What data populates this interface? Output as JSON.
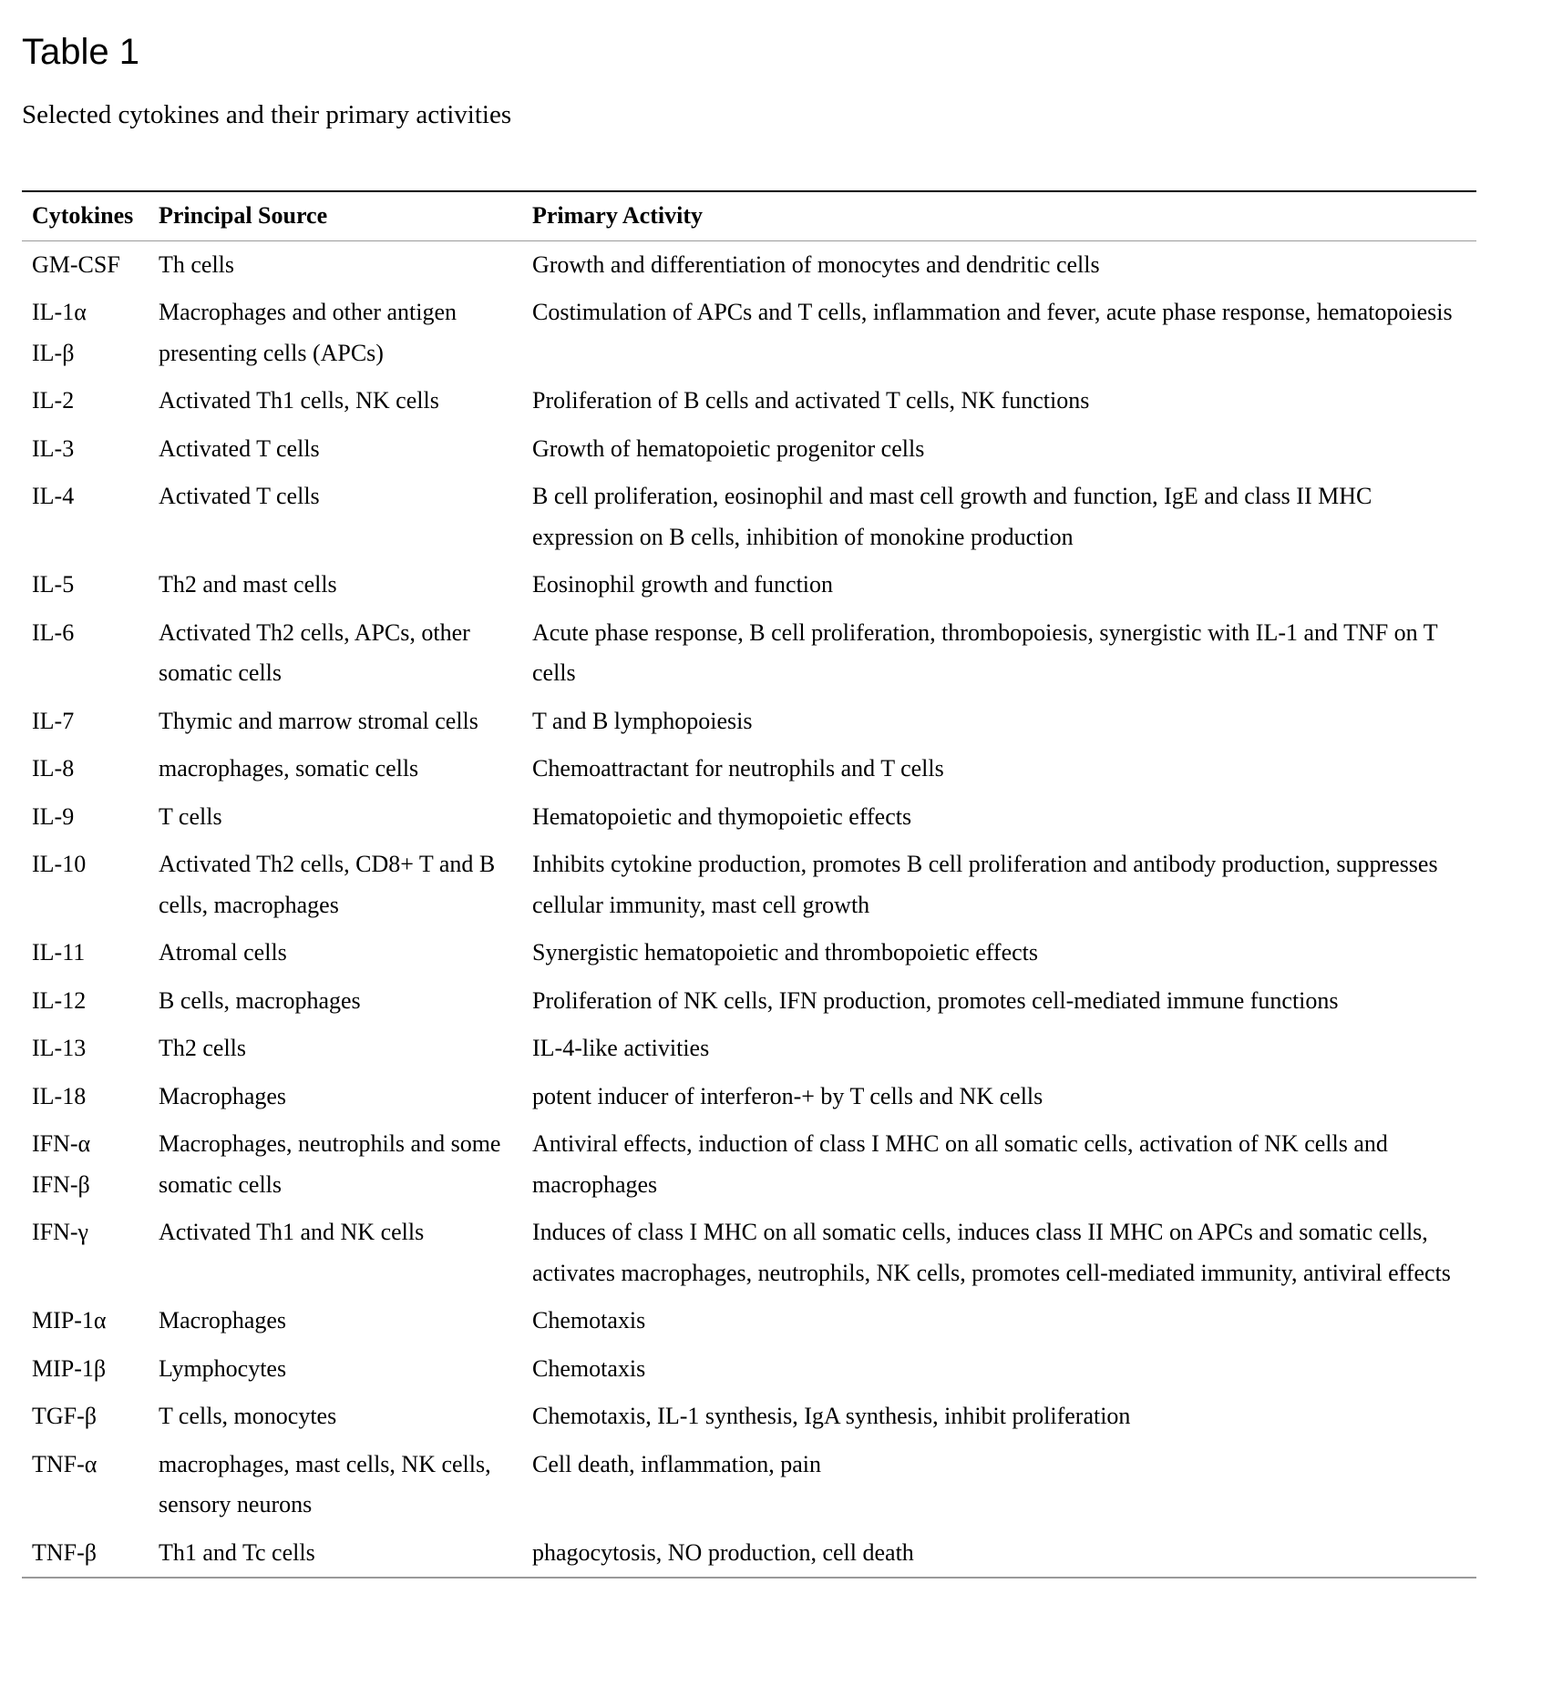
{
  "table": {
    "label": "Table 1",
    "caption": "Selected cytokines and their primary activities",
    "headers": [
      "Cytokines",
      "Principal Source",
      "Primary Activity"
    ],
    "rows": [
      {
        "cytokines": [
          "GM-CSF"
        ],
        "source": "Th cells",
        "activity": "Growth and differentiation of monocytes and dendritic cells"
      },
      {
        "cytokines": [
          "IL-1α",
          "IL-β"
        ],
        "source": "Macrophages and other antigen presenting cells (APCs)",
        "activity": "Costimulation of APCs and T cells, inflammation and fever, acute phase response, hematopoiesis"
      },
      {
        "cytokines": [
          "IL-2"
        ],
        "source": "Activated Th1 cells, NK cells",
        "activity": "Proliferation of B cells and activated T cells, NK functions"
      },
      {
        "cytokines": [
          "IL-3"
        ],
        "source": "Activated T cells",
        "activity": "Growth of hematopoietic progenitor cells"
      },
      {
        "cytokines": [
          "IL-4"
        ],
        "source": "Activated T cells",
        "activity": "B cell proliferation, eosinophil and mast cell growth and function, IgE and class II MHC expression on B cells, inhibition of monokine production"
      },
      {
        "cytokines": [
          "IL-5"
        ],
        "source": "Th2 and mast cells",
        "activity": "Eosinophil growth and function"
      },
      {
        "cytokines": [
          "IL-6"
        ],
        "source": "Activated Th2 cells, APCs, other somatic cells",
        "activity": "Acute phase response, B cell proliferation, thrombopoiesis, synergistic with IL-1 and TNF on T cells"
      },
      {
        "cytokines": [
          "IL-7"
        ],
        "source": "Thymic and marrow stromal cells",
        "activity": "T and B lymphopoiesis"
      },
      {
        "cytokines": [
          "IL-8"
        ],
        "source": "macrophages, somatic cells",
        "activity": "Chemoattractant for neutrophils and T cells"
      },
      {
        "cytokines": [
          "IL-9"
        ],
        "source": "T cells",
        "activity": "Hematopoietic and thymopoietic effects"
      },
      {
        "cytokines": [
          "IL-10"
        ],
        "source": "Activated Th2 cells, CD8+ T and B cells, macrophages",
        "activity": "Inhibits cytokine production, promotes B cell proliferation and antibody production, suppresses cellular immunity, mast cell growth"
      },
      {
        "cytokines": [
          "IL-11"
        ],
        "source": "Atromal cells",
        "activity": "Synergistic hematopoietic and thrombopoietic effects"
      },
      {
        "cytokines": [
          "IL-12"
        ],
        "source": "B cells, macrophages",
        "activity": "Proliferation of NK cells, IFN production, promotes cell-mediated immune functions"
      },
      {
        "cytokines": [
          "IL-13"
        ],
        "source": "Th2 cells",
        "activity": "IL-4-like activities"
      },
      {
        "cytokines": [
          "IL-18"
        ],
        "source": "Macrophages",
        "activity": "potent inducer of interferon-+ by T cells and NK cells"
      },
      {
        "cytokines": [
          "IFN-α",
          "IFN-β"
        ],
        "source": "Macrophages, neutrophils and some somatic cells",
        "activity": "Antiviral effects, induction of class I MHC on all somatic cells, activation of NK cells and macrophages"
      },
      {
        "cytokines": [
          "IFN-γ"
        ],
        "source": "Activated Th1 and NK cells",
        "activity": "Induces of class I MHC on all somatic cells, induces class II MHC on APCs and somatic cells, activates macrophages, neutrophils, NK cells, promotes cell-mediated immunity, antiviral effects"
      },
      {
        "cytokines": [
          "MIP-1α"
        ],
        "source": "Macrophages",
        "activity": "Chemotaxis"
      },
      {
        "cytokines": [
          "MIP-1β"
        ],
        "source": "Lymphocytes",
        "activity": "Chemotaxis"
      },
      {
        "cytokines": [
          "TGF-β"
        ],
        "source": "T cells, monocytes",
        "activity": "Chemotaxis, IL-1 synthesis, IgA synthesis, inhibit proliferation"
      },
      {
        "cytokines": [
          "TNF-α"
        ],
        "source": "macrophages, mast cells, NK cells, sensory neurons",
        "activity": "Cell death, inflammation, pain"
      },
      {
        "cytokines": [
          "TNF-β"
        ],
        "source": "Th1 and Tc cells",
        "activity": "phagocytosis, NO production, cell death"
      }
    ]
  }
}
